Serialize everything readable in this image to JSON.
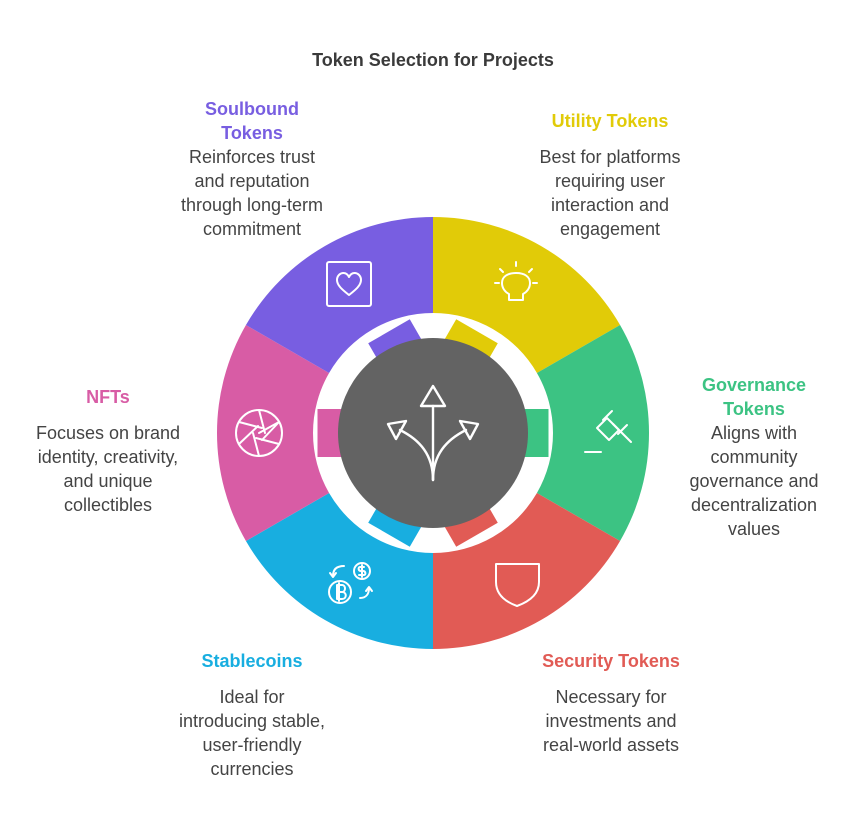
{
  "title": "Token Selection for Projects",
  "segments": [
    {
      "key": "utility",
      "title": "Utility Tokens",
      "description": "Best for platforms\nrequiring user\ninteraction and\nengagement",
      "color": "#E1CB08",
      "icon": "lightbulb-icon"
    },
    {
      "key": "governance",
      "title": "Governance\nTokens",
      "description": "Aligns with\ncommunity\ngovernance and\ndecentralization\nvalues",
      "color": "#3CC383",
      "icon": "gavel-icon"
    },
    {
      "key": "security",
      "title": "Security Tokens",
      "description": "Necessary for\ninvestments and\nreal-world assets",
      "color": "#E15B55",
      "icon": "shield-icon"
    },
    {
      "key": "stablecoins",
      "title": "Stablecoins",
      "description": "Ideal for\nintroducing stable,\nuser-friendly\ncurrencies",
      "color": "#18AEE0",
      "icon": "currency-exchange-icon"
    },
    {
      "key": "nfts",
      "title": "NFTs",
      "description": "Focuses on brand\nidentity, creativity,\nand unique\ncollectibles",
      "color": "#D85CA5",
      "icon": "aperture-icon"
    },
    {
      "key": "soulbound",
      "title": "Soulbound\nTokens",
      "description": "Reinforces trust\nand reputation\nthrough long-term\ncommitment",
      "color": "#785EE1",
      "icon": "heart-icon"
    }
  ],
  "center": {
    "color": "#636363",
    "icon": "split-arrows-icon"
  }
}
